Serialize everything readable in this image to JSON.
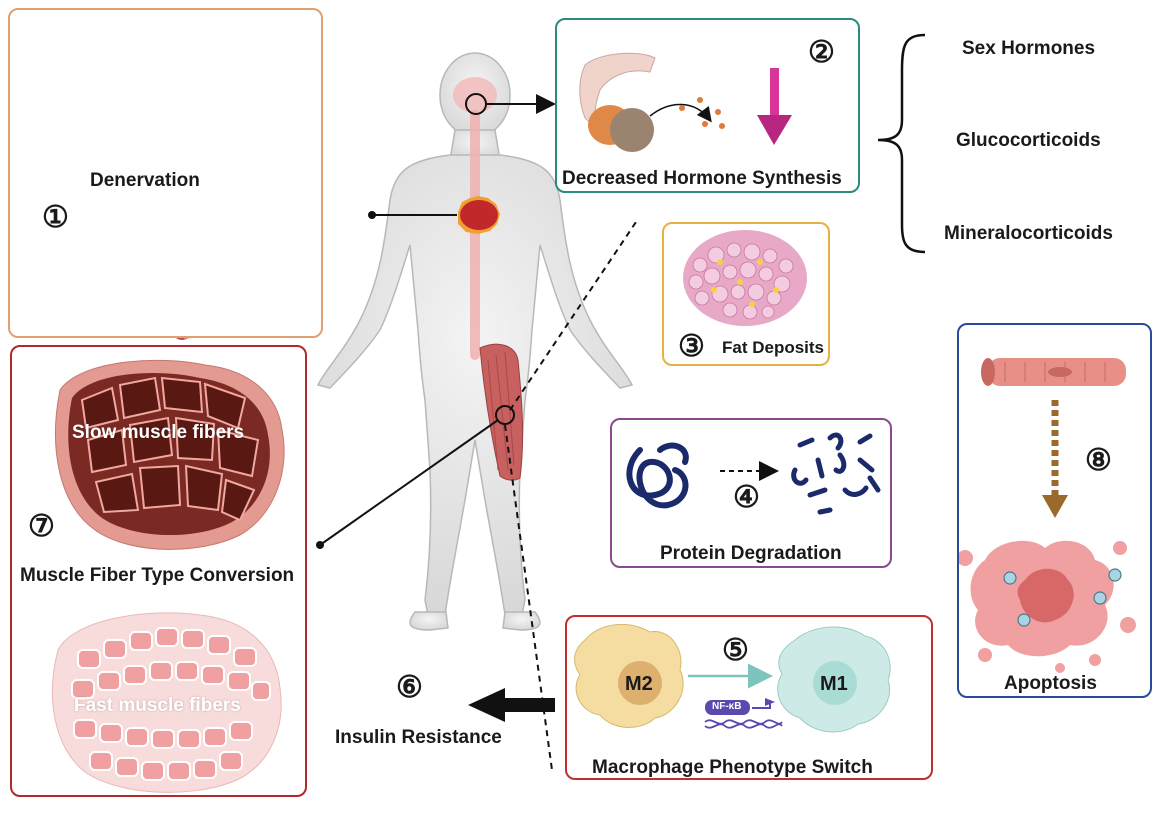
{
  "panels": {
    "denervation": {
      "number": "①",
      "label": "Denervation"
    },
    "hormone": {
      "number": "②",
      "label": "Decreased Hormone Synthesis"
    },
    "fat": {
      "number": "③",
      "label": "Fat Deposits"
    },
    "protein": {
      "number": "④",
      "label": "Protein Degradation"
    },
    "macrophage": {
      "number": "⑤",
      "label": "Macrophage Phenotype Switch",
      "m2": "M2",
      "m1": "M1",
      "nfkb": "NF-κB"
    },
    "insulin": {
      "number": "⑥",
      "label": "Insulin Resistance"
    },
    "fiber": {
      "number": "⑦",
      "label": "Muscle Fiber Type Conversion",
      "slow": "Slow muscle fibers",
      "fast": "Fast muscle fibers"
    },
    "apoptosis": {
      "number": "⑧",
      "label": "Apoptosis"
    }
  },
  "hormones": [
    "Sex Hormones",
    "Glucocorticoids",
    "Mineralocorticoids"
  ],
  "colors": {
    "denervation_border": "#e0a070",
    "hormone_border": "#2a8a80",
    "fat_border": "#e8b040",
    "protein_border": "#8a4a90",
    "macrophage_border": "#c03030",
    "fiber_border": "#b02a2a",
    "apoptosis_border": "#2a4a9a"
  }
}
